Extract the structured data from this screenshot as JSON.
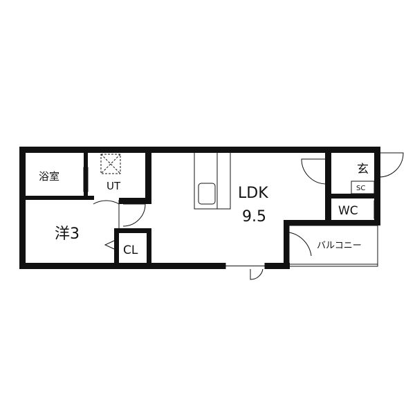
{
  "floor_plan": {
    "rooms": {
      "bath": "浴室",
      "utility": "UT",
      "western_room": "洋3",
      "closet": "CL",
      "ldk": "LDK",
      "ldk_size": "9.5",
      "entrance": "玄",
      "shoe_closet": "SC",
      "toilet": "WC",
      "balcony": "バルコニー"
    },
    "colors": {
      "wall": "#111111",
      "background": "#ffffff"
    }
  }
}
